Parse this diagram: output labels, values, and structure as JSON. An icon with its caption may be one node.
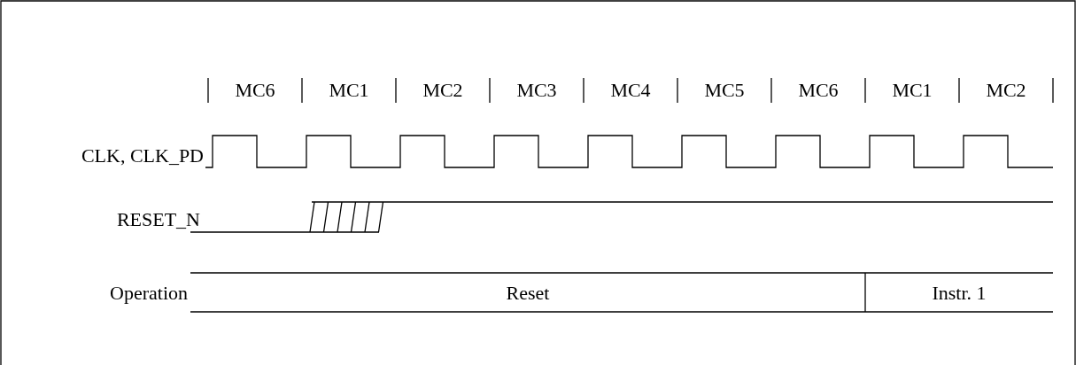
{
  "diagram": {
    "labels": [
      "MC6",
      "MC1",
      "MC2",
      "MC3",
      "MC4",
      "MC5",
      "MC6",
      "MC1",
      "MC2",
      "CLK, CLK_PD",
      "RESET_N",
      "Operation",
      "Reset",
      "Instr. 1"
    ]
  }
}
